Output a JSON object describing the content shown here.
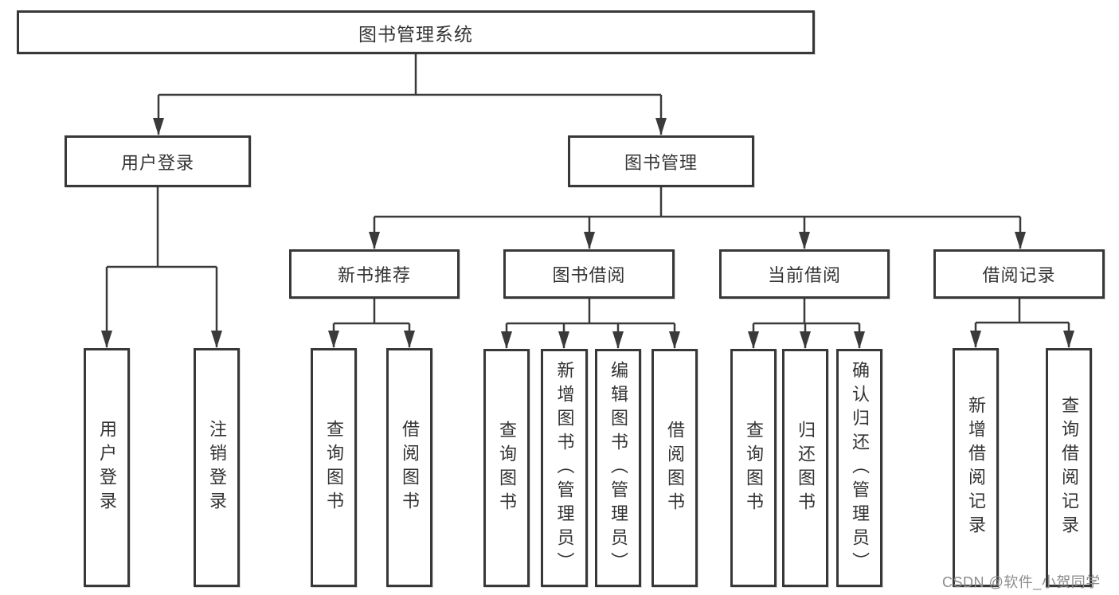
{
  "colors": {
    "line": "#3a3a3a",
    "box_border": "#383838",
    "text": "#333333",
    "watermark": "#8c8c8c"
  },
  "nodes": {
    "root": "图书管理系统",
    "user_login": "用户登录",
    "book_management": "图书管理",
    "new_book_recommend": "新书推荐",
    "book_borrow": "图书借阅",
    "current_borrow": "当前借阅",
    "borrow_records": "借阅记录",
    "leaf_user_login": "用户登录",
    "leaf_logout": "注销登录",
    "nb_query_books": "查询图书",
    "nb_borrow_books": "借阅图书",
    "bb_query_books": "查询图书",
    "bb_add_books": "新增图书（管理员）",
    "bb_edit_books": "编辑图书（管理员）",
    "bb_borrow_books": "借阅图书",
    "cb_query_books": "查询图书",
    "cb_return_books": "归还图书",
    "cb_confirm_return": "确认归还（管理员）",
    "br_add_record": "新增借阅记录",
    "br_query_record": "查询借阅记录"
  },
  "watermark": "CSDN @软件_小贺同学"
}
